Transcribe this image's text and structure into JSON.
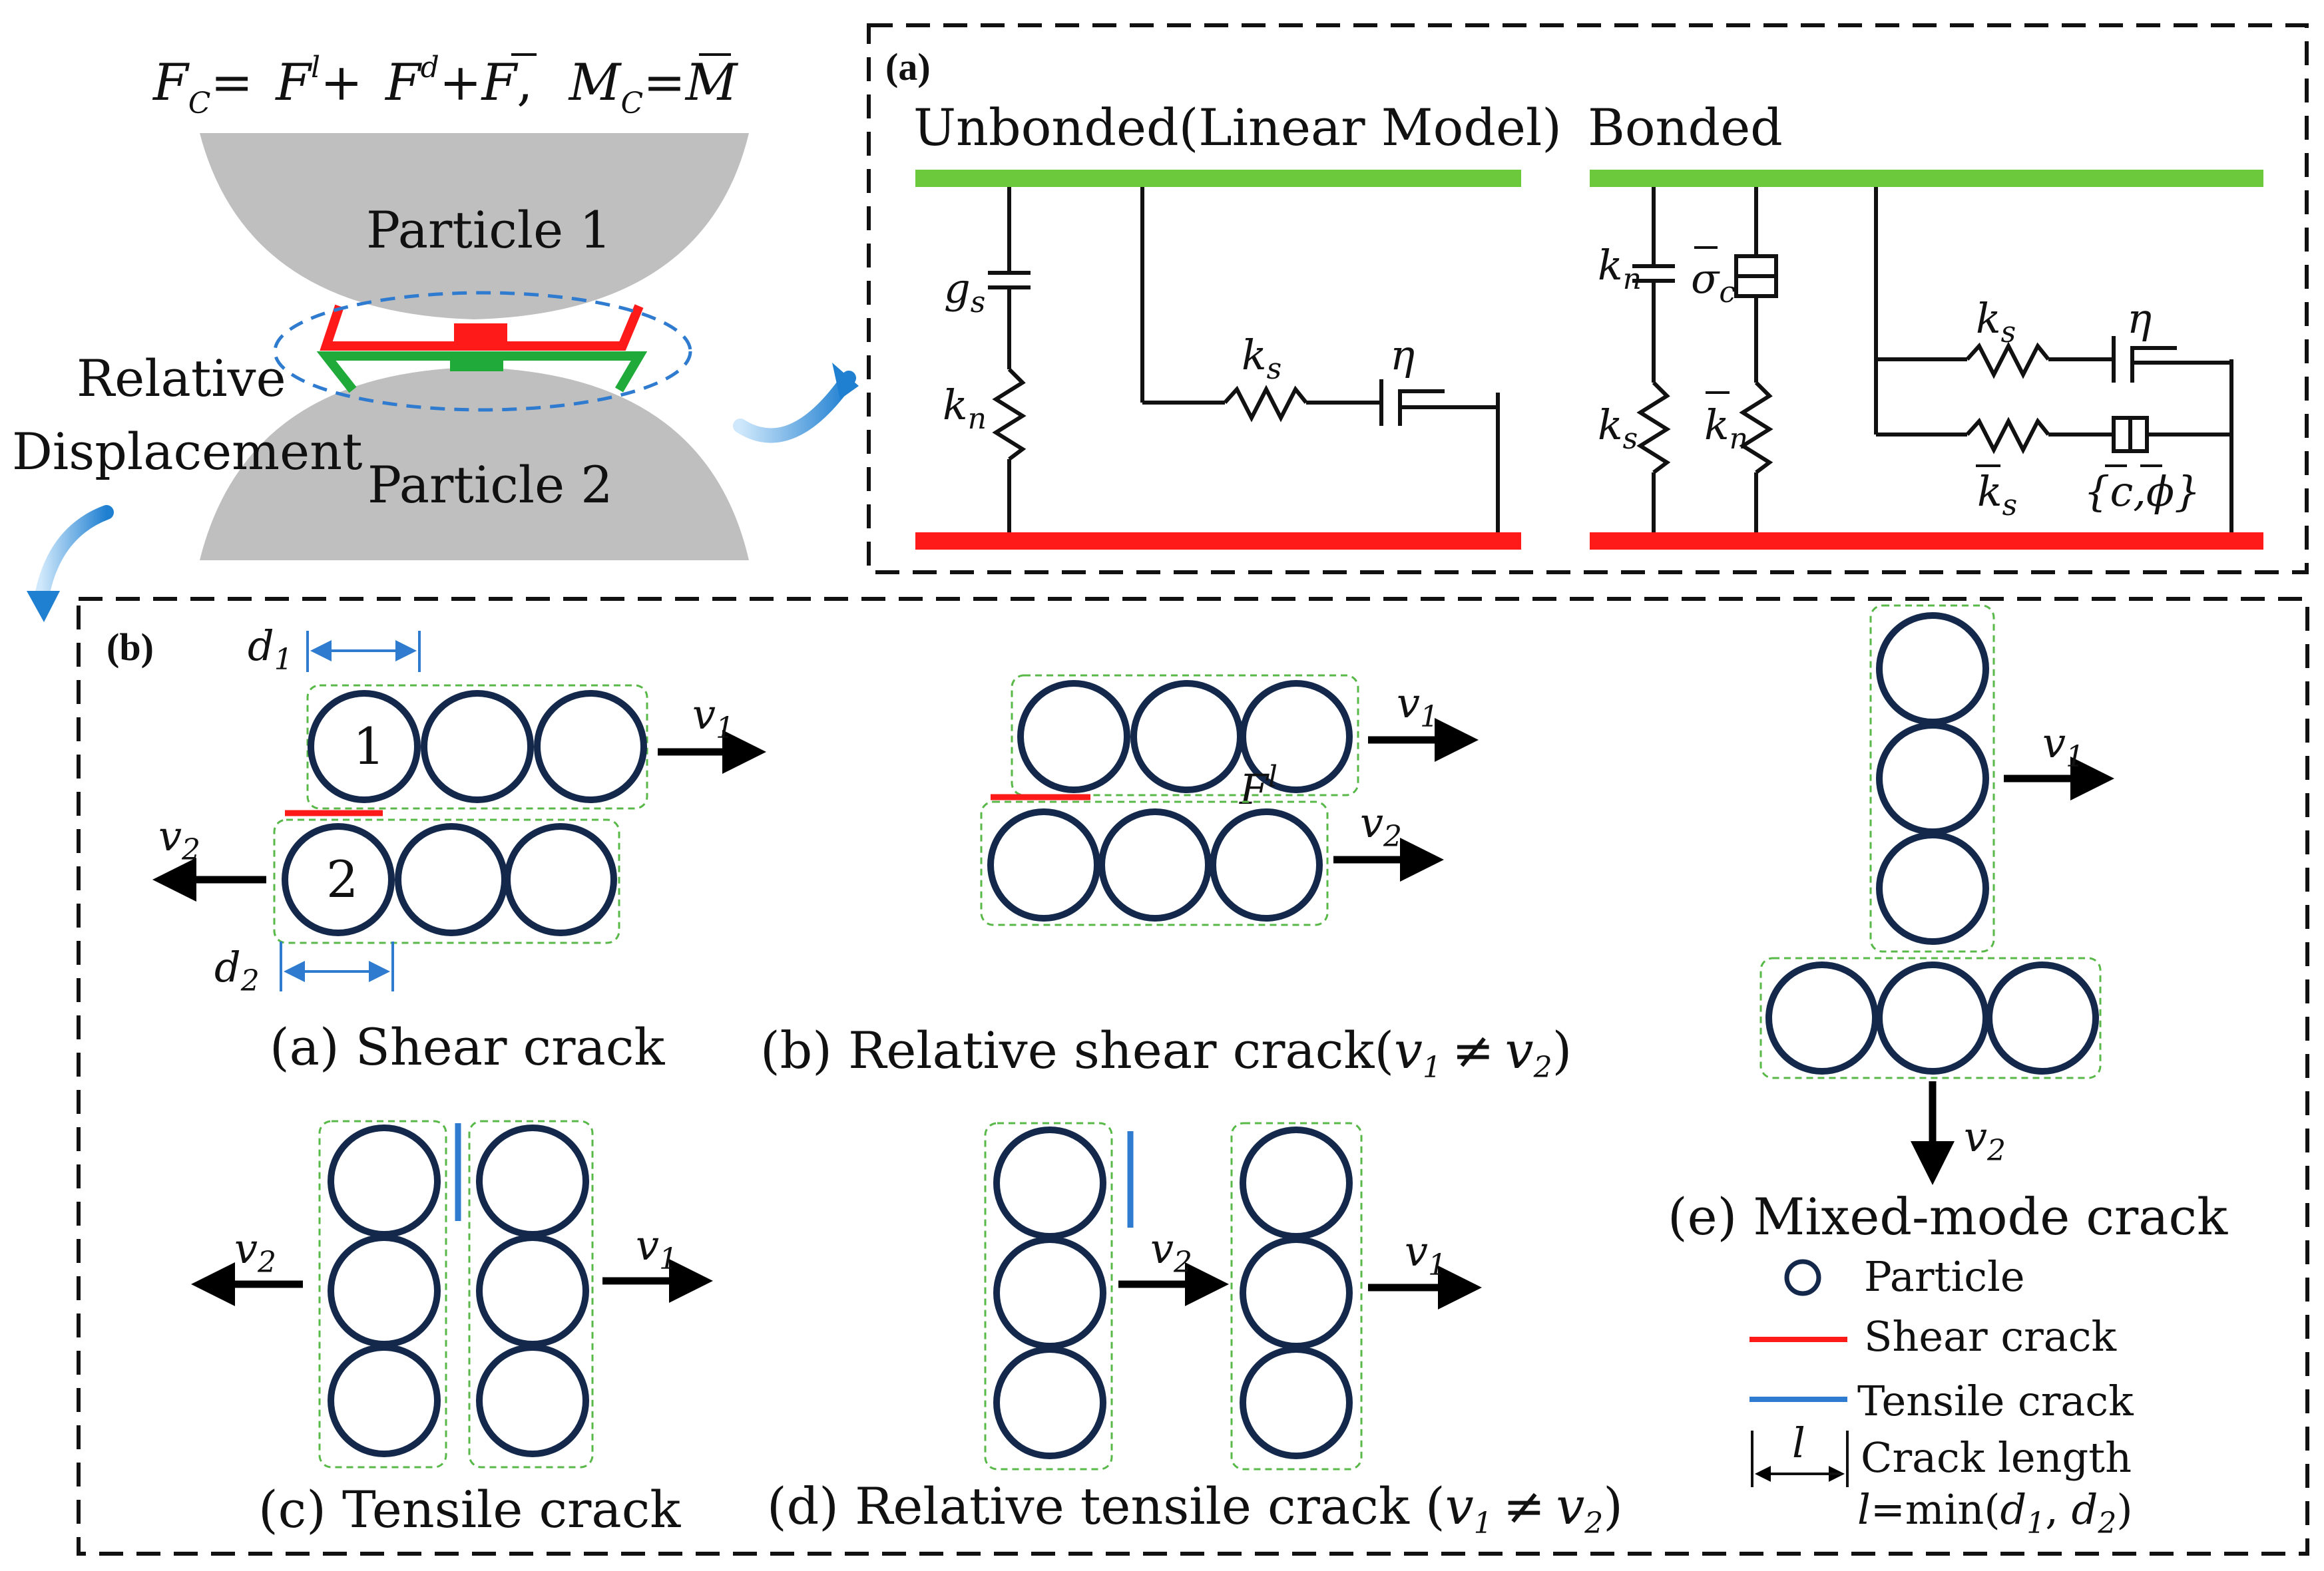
{
  "top_left": {
    "equation_force": "F_C= F^l+ F^d+F̄,",
    "eq": {
      "F": "F",
      "C": "C",
      "eqsign": "=",
      "l": "l",
      "plus": "+",
      "d": "d",
      "M": "M",
      "comma": ","
    },
    "particle1": "Particle 1",
    "particle2": "Particle 2",
    "relative_line1": "Relative",
    "relative_line2": "Displacement"
  },
  "panel_a": {
    "tag": "(a)",
    "unbonded_title": "Unbonded(Linear Model)",
    "bonded_title": "Bonded",
    "syms": {
      "g": "g",
      "s": "s",
      "k": "k",
      "n": "n",
      "eta": "η",
      "sigma": "σ",
      "c": "c",
      "c_phi": "{c,ϕ}"
    }
  },
  "panel_b": {
    "tag": "(b)",
    "d": "d",
    "one": "1",
    "two": "2",
    "v": "v",
    "Fl": "F",
    "l": "l",
    "captions": {
      "a": "(a) Shear crack",
      "b": "(b) Relative shear crack(",
      "b_end": ")",
      "c": "(c) Tensile crack",
      "d": "(d) Relative tensile crack (",
      "d_end": ")",
      "e": "(e) Mixed-mode crack",
      "neq": "≠"
    },
    "legend": {
      "particle": "Particle",
      "shear": "Shear crack",
      "tensile": "Tensile crack",
      "length": "Crack length",
      "length_sym": "l",
      "formula_l": "l",
      "formula_eq": "=min(",
      "formula_comma": ", ",
      "formula_end": ")"
    }
  },
  "colors": {
    "green_bar": "#6cc93c",
    "red_bar": "#ff1a1a",
    "particle_stroke": "#14284b",
    "gray": "#bfbfbf",
    "blue_dim": "#2e7bcf",
    "dash_green": "#58b848"
  }
}
